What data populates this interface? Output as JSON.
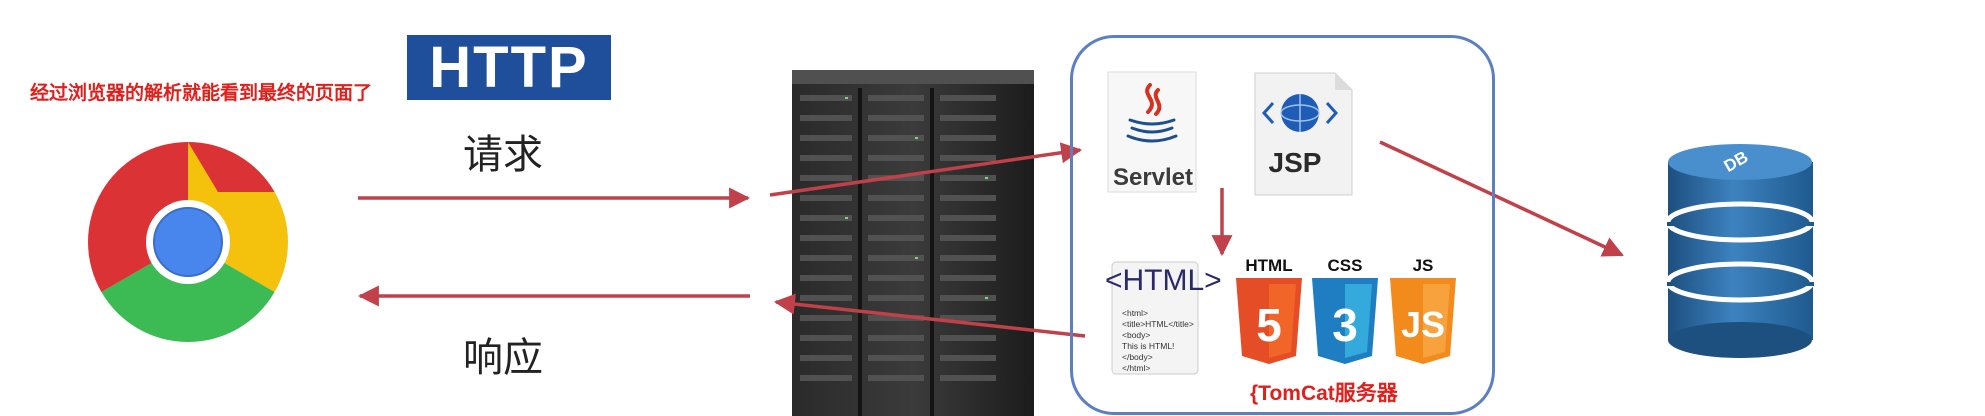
{
  "annotation": "经过浏览器的解析就能看到最终的页面了",
  "http_banner": "HTTP",
  "request_label": "请求",
  "response_label": "响应",
  "tomcat_label": "{TomCat服务器",
  "servlet": {
    "label": "Servlet"
  },
  "jsp": {
    "label": "JSP"
  },
  "html_doc": {
    "tag_label": "<HTML>",
    "code_lines": [
      "<html>",
      "<title>HTML</title>",
      "<body>",
      "This is HTML!",
      "</body>",
      "</html>"
    ]
  },
  "tech_logos": [
    {
      "label": "HTML",
      "number": "5",
      "color": "#e44d26"
    },
    {
      "label": "CSS",
      "number": "3",
      "color": "#1f7ec1"
    },
    {
      "label": "JS",
      "number": "JS",
      "color": "#f28a1c"
    }
  ],
  "db": {
    "label": "DB",
    "color": "#2f6ea5"
  },
  "colors": {
    "arrow": "#c0414a",
    "banner": "#1f4e9a",
    "annotation": "#e0201d",
    "tomcat_border": "#5b7fc2"
  },
  "icons": [
    "chrome-browser-icon",
    "server-rack-icon",
    "java-cup-icon",
    "globe-icon",
    "database-icon",
    "html5-shield-icon",
    "css3-shield-icon",
    "js-shield-icon"
  ]
}
